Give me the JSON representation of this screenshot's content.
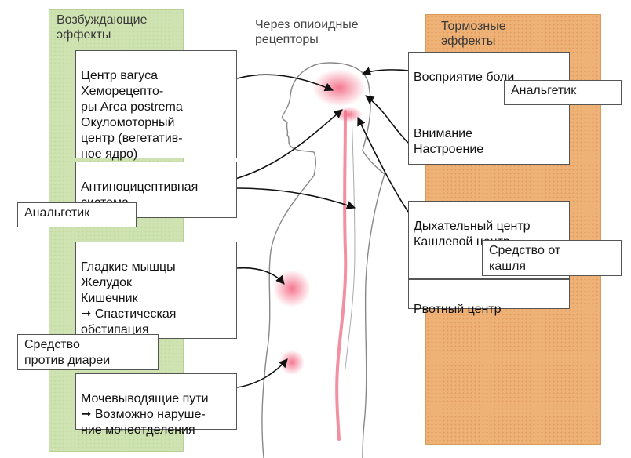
{
  "left_panel": {
    "title": "Возбуждающие\nэффекты"
  },
  "right_panel": {
    "title": "Тормозные\nэффекты"
  },
  "center_label": "Через опиоидные\nрецепторы",
  "left_boxes": {
    "vagus": "Центр вагуса\nХеморецепто-\nры Area postrema\nОкуломоторный\nцентр (вегетатив-\nное ядро)",
    "antinociceptive": "Антиноцицептивная\nсистема",
    "smooth_muscle": "Гладкие мышцы\nЖелудок\nКишечник\n➞ Спастическая\n   обстипация",
    "urinary": "Мочевыводящие пути\n➞ Возможно наруше-\n   ние мочеотделения"
  },
  "left_tags": {
    "analgesic": "Анальгетик",
    "antidiarrheal": "Средство\nпротив диареи"
  },
  "right_boxes": {
    "pain": "Восприятие боли",
    "attention": "Внимание\nНастроение",
    "respiratory": "Дыхательный центр\nКашлевой центр",
    "vomiting": "Рвотный центр"
  },
  "right_tags": {
    "analgesic": "Анальгетик",
    "antitussive": "Средство от\nкашля"
  }
}
